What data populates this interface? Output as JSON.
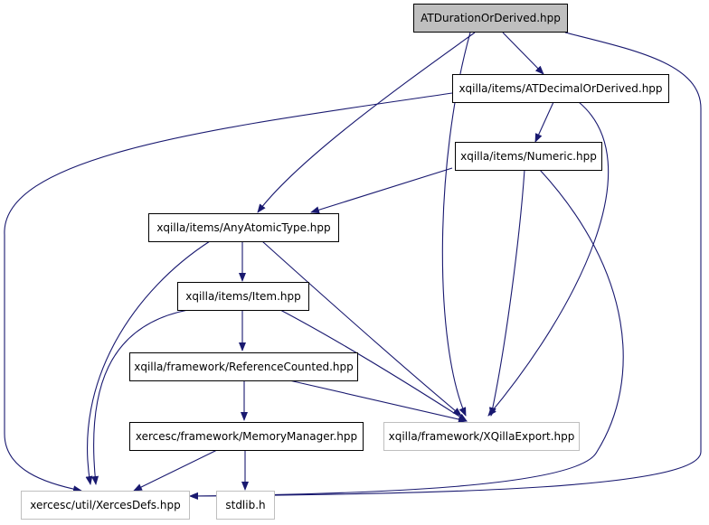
{
  "nodes": {
    "root": "ATDurationOrDerived.hpp",
    "decimal": "xqilla/items/ATDecimalOrDerived.hpp",
    "numeric": "xqilla/items/Numeric.hpp",
    "anyatomic": "xqilla/items/AnyAtomicType.hpp",
    "item": "xqilla/items/Item.hpp",
    "refcounted": "xqilla/framework/ReferenceCounted.hpp",
    "memmgr": "xercesc/framework/MemoryManager.hpp",
    "xqillaexport": "xqilla/framework/XQillaExport.hpp",
    "xercesdefs": "xercesc/util/XercesDefs.hpp",
    "stdlib": "stdlib.h"
  },
  "colors": {
    "edge": "#191970",
    "root_fill": "#bfbfbf",
    "external_border": "#bfbfbf"
  }
}
